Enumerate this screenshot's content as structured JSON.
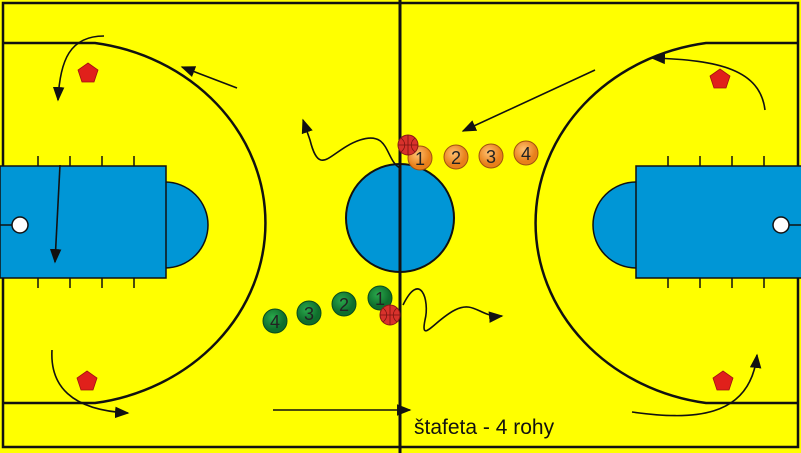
{
  "caption": "štafeta - 4 rohy",
  "orange_team": [
    "1",
    "2",
    "3",
    "4"
  ],
  "green_team": [
    "1",
    "2",
    "3",
    "4"
  ],
  "colors": {
    "court": "#ffff00",
    "paint": "#0096d6",
    "orange": "#f0922b",
    "green": "#1a8a3a",
    "cone": "#e0201b",
    "ball": "#d8322c"
  }
}
